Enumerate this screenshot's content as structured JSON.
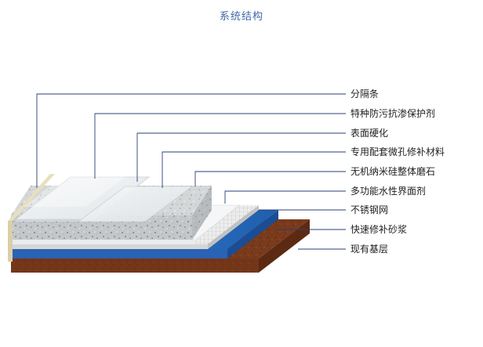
{
  "title": "系统结构",
  "colors": {
    "title": "#3f67a8",
    "leader_line": "#2b3f78",
    "label_text": "#222222",
    "base_layer": "#7a3a1c",
    "mortar_layer": "#2d6fc4",
    "concrete_layer": "#bfc4c6"
  },
  "layers": [
    {
      "label": "分隔条"
    },
    {
      "label": "特种防污抗渗保护剂"
    },
    {
      "label": "表面硬化"
    },
    {
      "label": "专用配套微孔修补材料"
    },
    {
      "label": "无机纳米硅整体磨石"
    },
    {
      "label": "多功能水性界面剂"
    },
    {
      "label": "不锈钢网"
    },
    {
      "label": "快速修补砂浆"
    },
    {
      "label": "现有基层"
    }
  ]
}
